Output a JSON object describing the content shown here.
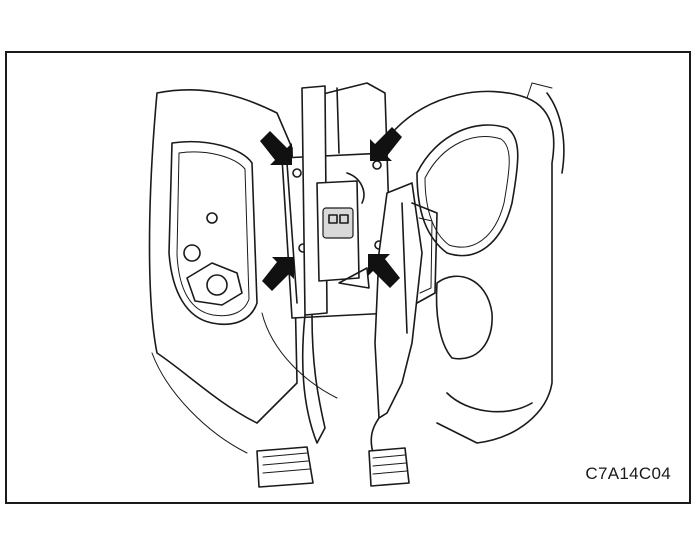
{
  "figure": {
    "code": "C7A14C04",
    "pointers": [
      "upper-left",
      "upper-right",
      "lower-left",
      "lower-right"
    ]
  }
}
